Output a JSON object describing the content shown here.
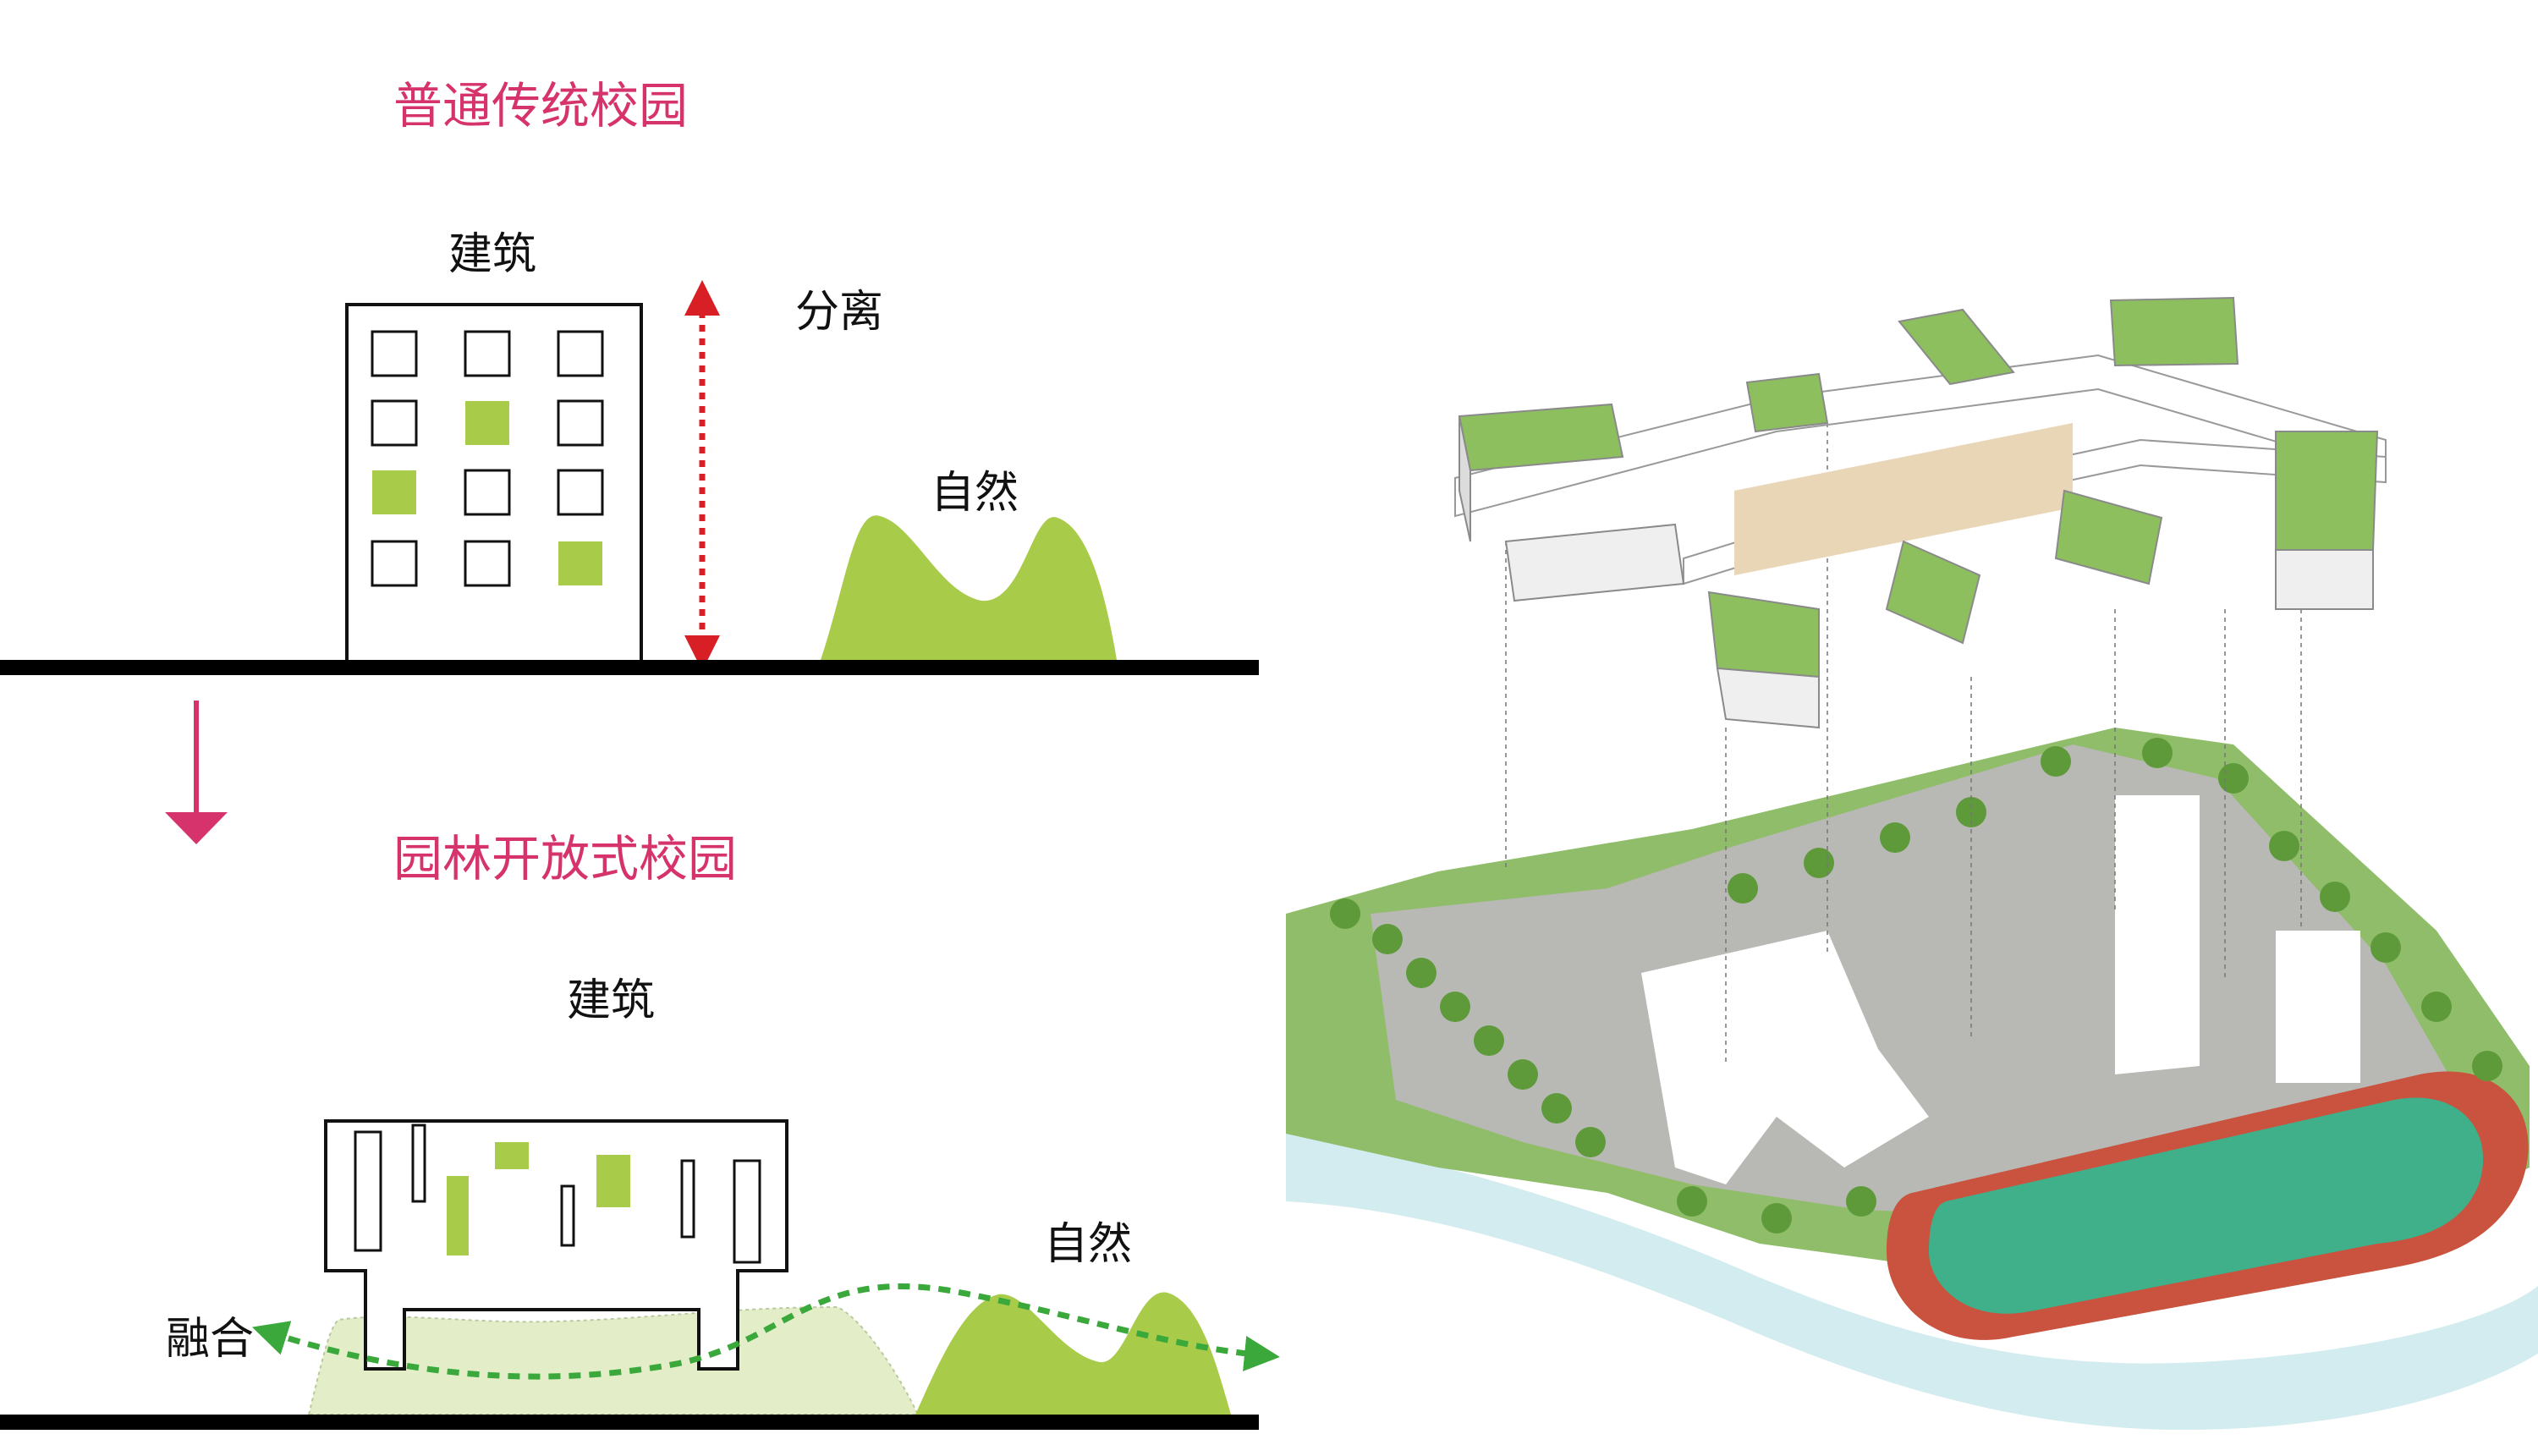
{
  "top_section": {
    "title": "普通传统校园",
    "building_label": "建筑",
    "separation_label": "分离",
    "nature_label": "自然"
  },
  "bottom_section": {
    "title": "园林开放式校园",
    "building_label": "建筑",
    "nature_label": "自然",
    "fusion_label": "融合"
  },
  "colors": {
    "title": "#d6336c",
    "nature_green": "#a8cc4a",
    "nature_light": "#e3eec9",
    "separation_arrow": "#d81f26",
    "fusion_arrow": "#3aa83a",
    "window_green": "#a8cc4a",
    "ground": "#000000"
  }
}
